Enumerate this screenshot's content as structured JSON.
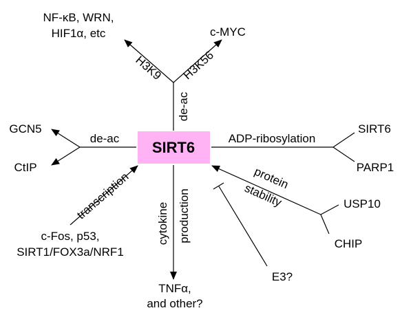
{
  "center": {
    "label": "SIRT6",
    "fill": "#ffb3f5"
  },
  "nodes": {
    "nfkb_line1": "NF-κB, WRN,",
    "nfkb_line2": "HIF1α, etc",
    "cmyc": "c-MYC",
    "gcn5": "GCN5",
    "ctip": "CtIP",
    "sirt6": "SIRT6",
    "parp1": "PARP1",
    "usp10": "USP10",
    "chip": "CHIP",
    "cfos_line1": "c-Fos, p53,",
    "cfos_line2": "SIRT1/FOX3a/NRF1",
    "tnf_line1": "TNFα,",
    "tnf_line2": "and other?",
    "e3": "E3?"
  },
  "edge_labels": {
    "h3k9": "H3K9",
    "h3k56": "H3K56",
    "deac_vertical": "de-ac",
    "deac_left": "de-ac",
    "adp": "ADP-ribosylation",
    "protein": "protein",
    "stability": "stability",
    "transcription": "transcription",
    "cytokine": "cytokine",
    "production": "production"
  }
}
